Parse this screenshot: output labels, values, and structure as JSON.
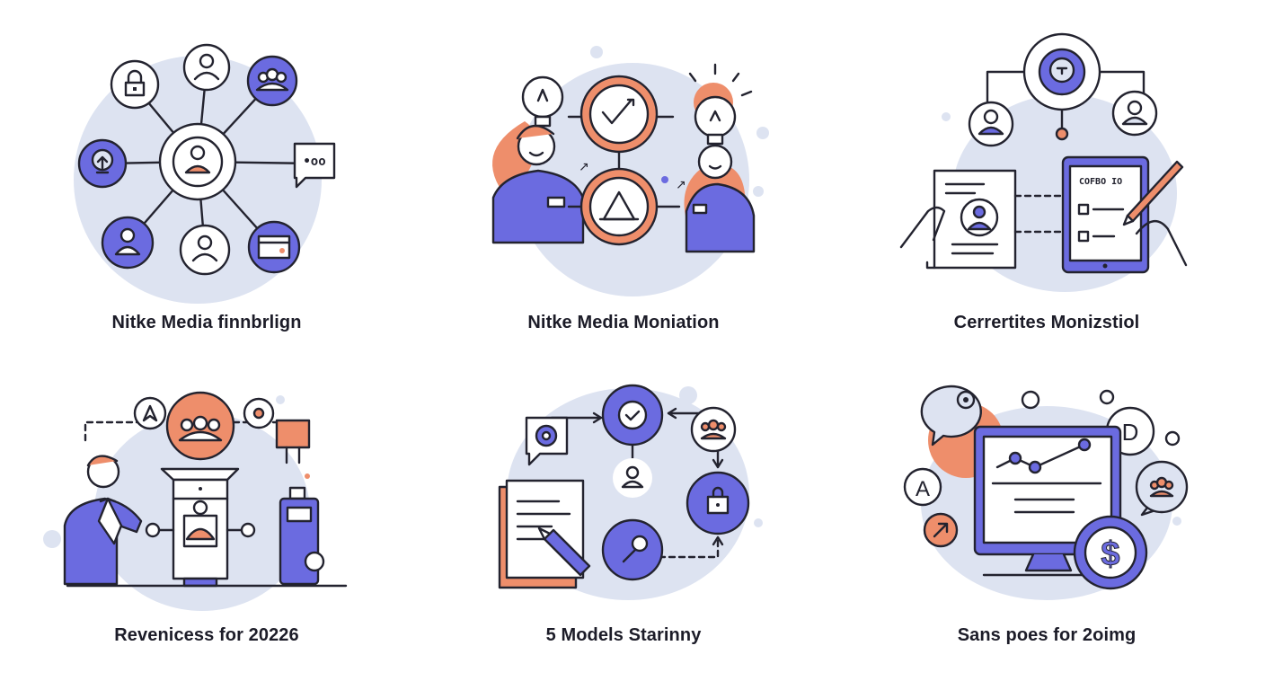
{
  "colors": {
    "accent_purple": "#6b6be0",
    "accent_orange": "#ee8e6b",
    "blob_lavender": "#dde3f1",
    "ink": "#23232f"
  },
  "cards": [
    {
      "caption": "Nitke Media finnbrlign",
      "icons": [
        "lock-icon",
        "user-icon",
        "group-icon",
        "idea-icon",
        "chat-dots-icon",
        "user-icon",
        "user-icon",
        "browser-icon",
        "hub-user-icon"
      ]
    },
    {
      "caption": "Nitke Media Moniation",
      "icons": [
        "lightbulb-icon",
        "chart-check-icon",
        "triangle-icon",
        "lightbulb-icon",
        "person-icon",
        "person-icon"
      ]
    },
    {
      "caption": "Cerrertites Monizstiol",
      "icons": [
        "brain-icon",
        "user-icon",
        "user-icon",
        "document-icon",
        "tablet-icon",
        "pencil-icon"
      ],
      "tablet_text": "COFBO IO"
    },
    {
      "caption": "Revenicess for 20226",
      "icons": [
        "group-icon",
        "rocket-icon",
        "target-icon",
        "machine-icon",
        "person-icon",
        "device-icon"
      ]
    },
    {
      "caption": "5 Models Starinny",
      "icons": [
        "check-icon",
        "group-icon",
        "target-icon",
        "user-icon",
        "bag-icon",
        "document-icon",
        "pen-icon",
        "brush-icon"
      ]
    },
    {
      "caption": "Sans poes for 2oimg",
      "icons": [
        "search-icon",
        "monitor-chart-icon",
        "dollar-icon",
        "letter-icon",
        "arrow-icon",
        "group-icon",
        "letter-icon"
      ],
      "bubble_letters": [
        "A",
        "D"
      ]
    }
  ]
}
